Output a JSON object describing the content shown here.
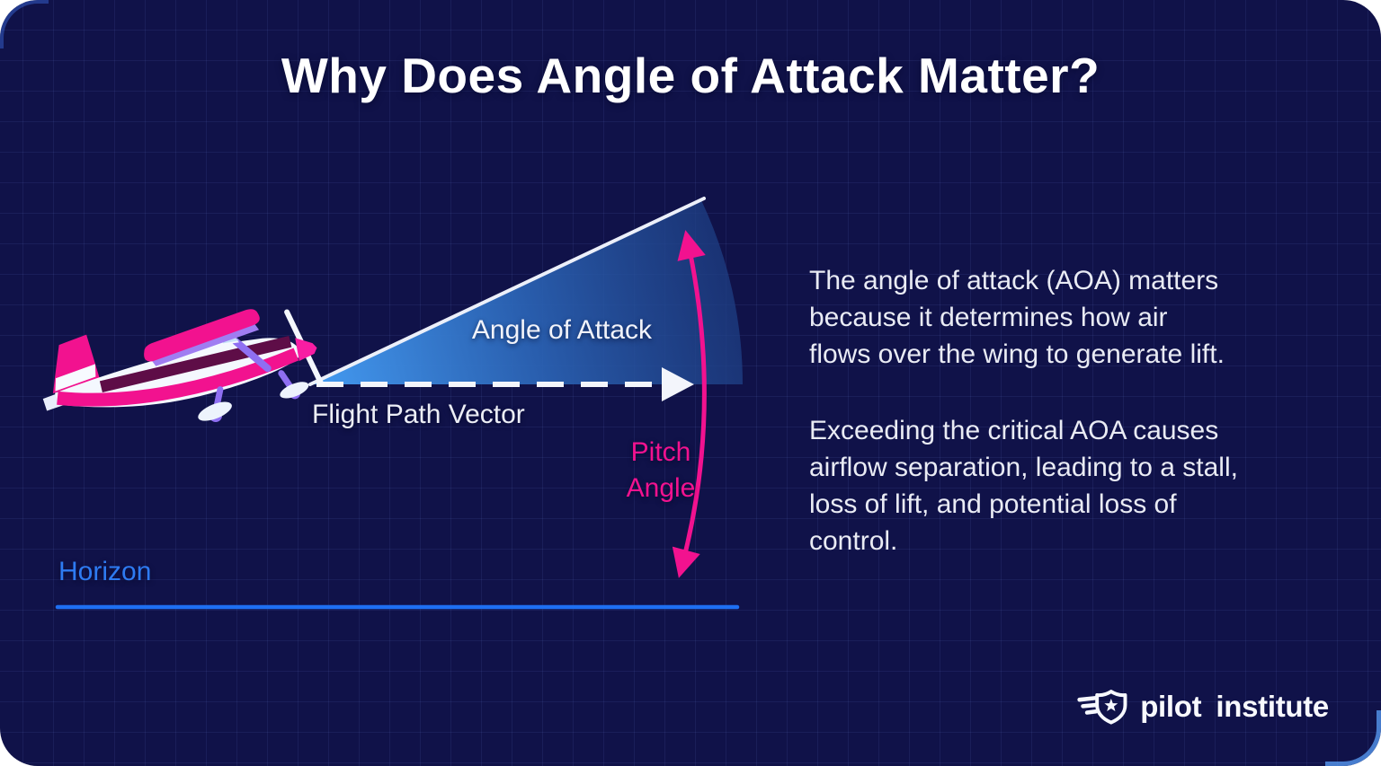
{
  "title": "Why Does Angle of Attack Matter?",
  "diagram": {
    "labels": {
      "angle_of_attack": "Angle of Attack",
      "flight_path_vector": "Flight Path Vector",
      "pitch_angle": "Pitch Angle",
      "horizon": "Horizon"
    },
    "elements": {
      "aoa_wedge": "blue gradient sector between aircraft longitudinal axis and flight path vector",
      "flight_path_arrow": "white dashed horizontal arrow",
      "pitch_angle_arrow": "pink curved double-headed arrow from longitudinal axis to horizon",
      "horizon_line": "solid blue horizontal line"
    }
  },
  "body": {
    "paragraph1_lines": [
      "The angle of attack (AOA) matters",
      "because it determines how air",
      "flows over the wing to generate lift."
    ],
    "paragraph2_lines": [
      "Exceeding the critical AOA causes",
      "airflow separation, leading to a stall,",
      "loss of lift, and potential loss of",
      "control."
    ]
  },
  "footer": {
    "brand_left": "pilot",
    "brand_right": "institute"
  },
  "colors": {
    "background": "#101249",
    "accent_pink": "#F2128F",
    "accent_blue": "#2E7BF2",
    "wedge_blue": "#46A0F8",
    "text_light": "#E9EBF4"
  }
}
